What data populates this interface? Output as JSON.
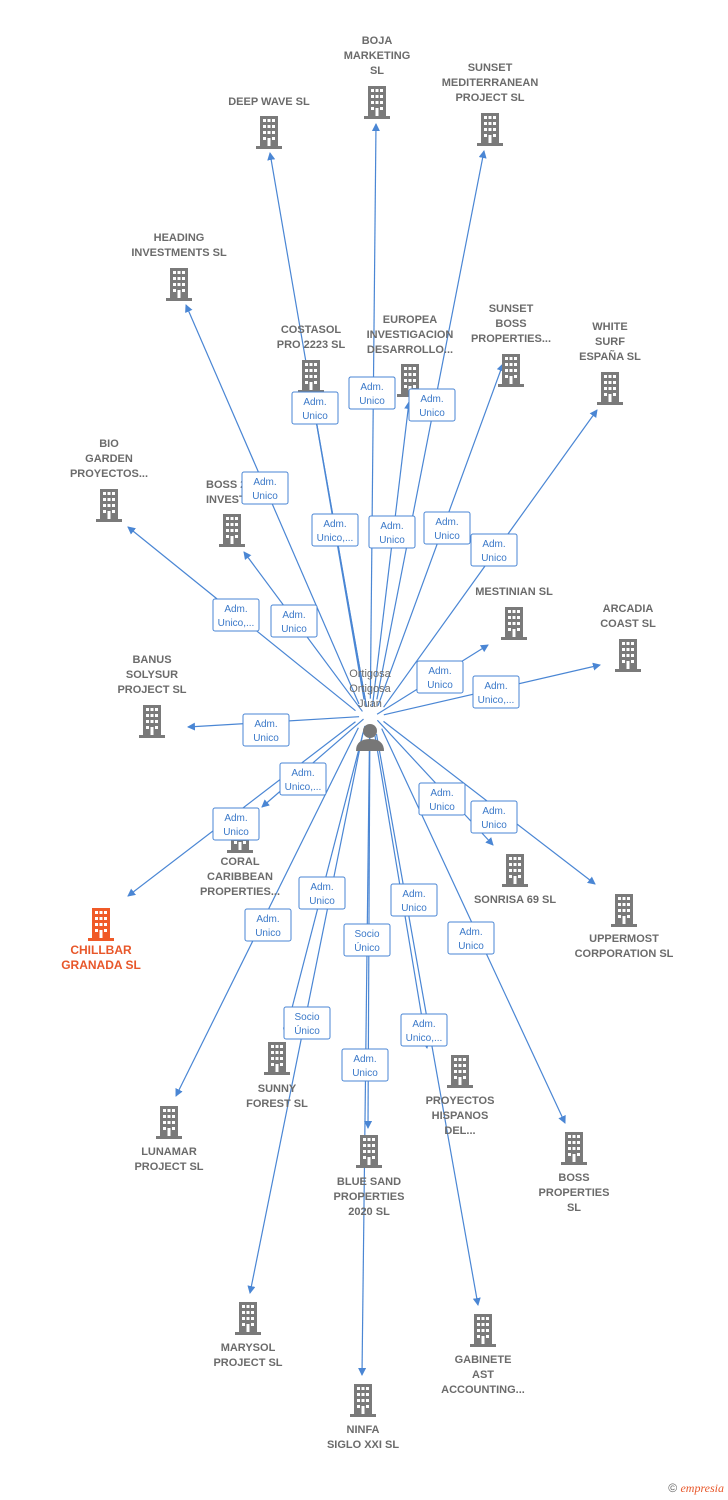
{
  "colors": {
    "edge": "#4a86d4",
    "building": "#7a7a7a",
    "highlight": "#f05a28",
    "person": "#777777"
  },
  "center": {
    "name_lines": [
      "Ortigosa",
      "Ortigosa",
      "Juan"
    ],
    "icon": "person-icon"
  },
  "nodes": [
    {
      "id": "boja",
      "lines": [
        "BOJA",
        "MARKETING",
        "SL"
      ]
    },
    {
      "id": "deep-wave",
      "lines": [
        "DEEP WAVE SL"
      ]
    },
    {
      "id": "sunset-med",
      "lines": [
        "SUNSET",
        "MEDITERRANEAN",
        "PROJECT  SL"
      ]
    },
    {
      "id": "heading",
      "lines": [
        "HEADING",
        "INVESTMENTS SL"
      ]
    },
    {
      "id": "costasol",
      "lines": [
        "COSTASOL",
        "PRO 2223  SL"
      ]
    },
    {
      "id": "europea",
      "lines": [
        "EUROPEA",
        "INVESTIGACION",
        "DESARROLLO..."
      ]
    },
    {
      "id": "sunset-boss",
      "lines": [
        "SUNSET",
        "BOSS",
        "PROPERTIES..."
      ]
    },
    {
      "id": "white-surf",
      "lines": [
        "WHITE",
        "SURF",
        "ESPAÑA SL"
      ]
    },
    {
      "id": "bio-garden",
      "lines": [
        "BIO",
        "GARDEN",
        "PROYECTOS..."
      ]
    },
    {
      "id": "boss2",
      "lines": [
        "BOSS 2",
        "INVEST"
      ]
    },
    {
      "id": "mestinian",
      "lines": [
        "MESTINIAN SL"
      ]
    },
    {
      "id": "arcadia",
      "lines": [
        "ARCADIA",
        "COAST SL"
      ]
    },
    {
      "id": "banus",
      "lines": [
        "BANUS",
        "SOLYSUR",
        "PROJECT  SL"
      ]
    },
    {
      "id": "coral",
      "lines": [
        "CORAL",
        "CARIBBEAN",
        "PROPERTIES..."
      ]
    },
    {
      "id": "chillbar",
      "lines": [
        "CHILLBAR",
        "GRANADA  SL"
      ],
      "highlight": true
    },
    {
      "id": "sonrisa",
      "lines": [
        "SONRISA 69 SL"
      ]
    },
    {
      "id": "uppermost",
      "lines": [
        "UPPERMOST",
        "CORPORATION SL"
      ]
    },
    {
      "id": "sunny",
      "lines": [
        "SUNNY",
        "FOREST SL"
      ]
    },
    {
      "id": "lunamar",
      "lines": [
        "LUNAMAR",
        "PROJECT  SL"
      ]
    },
    {
      "id": "proyectos",
      "lines": [
        "PROYECTOS",
        "HISPANOS",
        "DEL..."
      ]
    },
    {
      "id": "blue-sand",
      "lines": [
        "BLUE SAND",
        "PROPERTIES",
        "2020  SL"
      ]
    },
    {
      "id": "boss-prop",
      "lines": [
        "BOSS",
        "PROPERTIES",
        "SL"
      ]
    },
    {
      "id": "marysol",
      "lines": [
        "MARYSOL",
        "PROJECT  SL"
      ]
    },
    {
      "id": "gabinete",
      "lines": [
        "GABINETE",
        "AST",
        "ACCOUNTING..."
      ]
    },
    {
      "id": "ninfa",
      "lines": [
        "NINFA",
        "SIGLO XXI SL"
      ]
    }
  ],
  "edges": [
    {
      "to": "boja",
      "lines": [
        "Adm.",
        "Unico"
      ]
    },
    {
      "to": "deep-wave",
      "lines": [
        "Adm.",
        "Unico"
      ]
    },
    {
      "to": "sunset-med",
      "lines": [
        "Adm.",
        "Unico"
      ]
    },
    {
      "to": "heading",
      "lines": [
        "Adm.",
        "Unico"
      ]
    },
    {
      "to": "costasol",
      "lines": [
        "Adm.",
        "Unico,..."
      ]
    },
    {
      "to": "europea",
      "lines": [
        "Adm.",
        "Unico"
      ]
    },
    {
      "to": "sunset-boss",
      "lines": [
        "Adm.",
        "Unico"
      ]
    },
    {
      "to": "white-surf",
      "lines": [
        "Adm.",
        "Unico"
      ]
    },
    {
      "to": "bio-garden",
      "lines": [
        "Adm.",
        "Unico,..."
      ]
    },
    {
      "to": "boss2",
      "lines": [
        "Adm.",
        "Unico"
      ]
    },
    {
      "to": "mestinian",
      "lines": [
        "Adm.",
        "Unico"
      ]
    },
    {
      "to": "arcadia",
      "lines": [
        "Adm.",
        "Unico,..."
      ]
    },
    {
      "to": "banus",
      "lines": [
        "Adm.",
        "Unico"
      ]
    },
    {
      "to": "coral",
      "lines": [
        "Adm.",
        "Unico,..."
      ]
    },
    {
      "to": "chillbar",
      "lines": [
        "Adm.",
        "Unico"
      ]
    },
    {
      "to": "sonrisa",
      "lines": [
        "Adm.",
        "Unico"
      ]
    },
    {
      "to": "uppermost",
      "lines": [
        "Adm.",
        "Unico"
      ]
    },
    {
      "to": "sunny",
      "lines": [
        "Socio",
        "Único"
      ]
    },
    {
      "to": "lunamar",
      "lines": [
        "Adm.",
        "Unico"
      ]
    },
    {
      "to": "proyectos",
      "lines": [
        "Adm.",
        "Unico,..."
      ]
    },
    {
      "to": "blue-sand",
      "lines": [
        "Socio",
        "Único"
      ]
    },
    {
      "to": "boss-prop",
      "lines": [
        "Adm.",
        "Unico"
      ]
    },
    {
      "to": "marysol",
      "lines": [
        "Adm.",
        "Unico"
      ]
    },
    {
      "to": "gabinete",
      "lines": [
        "Adm.",
        "Unico"
      ]
    },
    {
      "to": "ninfa",
      "lines": [
        "Adm.",
        "Unico"
      ]
    },
    {
      "to": "costasol",
      "lines": [
        "Adm.",
        "Unico"
      ]
    }
  ],
  "footer": {
    "copyright": "©",
    "brand": "empresia"
  }
}
